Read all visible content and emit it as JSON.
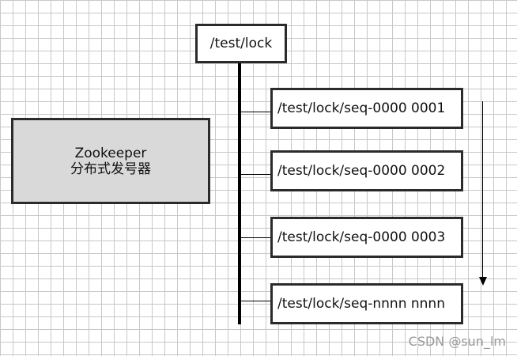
{
  "root_node": {
    "label": "/test/lock"
  },
  "zookeeper_box": {
    "line1": "Zookeeper",
    "line2": "分布式发号器"
  },
  "seq_nodes": [
    {
      "label": "/test/lock/seq-0000 0001"
    },
    {
      "label": "/test/lock/seq-0000 0002"
    },
    {
      "label": "/test/lock/seq-0000 0003"
    },
    {
      "label": "/test/lock/seq-nnnn nnnn"
    }
  ],
  "watermark": "CSDN @sun_lm",
  "colors": {
    "background": "#ffffff",
    "grid": "#c8c8c8",
    "zookeeper_fill": "#d9d9d9",
    "stroke": "#2b2b2b"
  }
}
